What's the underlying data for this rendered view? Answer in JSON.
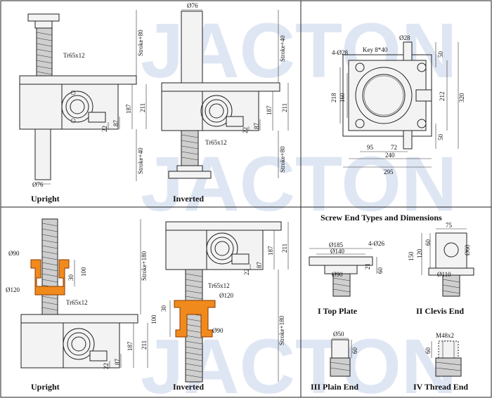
{
  "watermark": "JACTON",
  "colors": {
    "nut": "#f18a1c",
    "line": "#222222",
    "watermark": "#dfe6f3"
  },
  "panel_tl": {
    "upright": {
      "caption": "Upright",
      "stroke_top": "Stroke+80",
      "stroke_bottom": "Stroke+40",
      "thread": "Tr65x12",
      "d_bottom": "Ø76",
      "d187": "187",
      "d211": "211",
      "d87": "87",
      "d22": "22"
    },
    "inverted": {
      "caption": "Inverted",
      "d_top": "Ø76",
      "stroke_top": "Stroke+40",
      "stroke_bottom": "Stroke+80",
      "thread": "Tr65x12",
      "d187": "187",
      "d211": "211",
      "d87": "87",
      "d22": "22"
    }
  },
  "panel_tr": {
    "holes": "4-Ø28",
    "key": "Key 8*40",
    "d_shaft": "Ø28",
    "d218": "218",
    "d160": "160",
    "d50a": "50",
    "d212": "212",
    "d320": "320",
    "d50b": "50",
    "d95": "95",
    "d72": "72",
    "d240": "240",
    "d295": "295"
  },
  "panel_bl": {
    "upright": {
      "caption": "Upright",
      "d90": "Ø90",
      "d120": "Ø120",
      "d30": "30",
      "d100": "100",
      "thread": "Tr65x12",
      "stroke": "Stroke+180",
      "d187": "187",
      "d211": "211",
      "d87": "87",
      "d22": "22"
    },
    "inverted": {
      "caption": "Inverted",
      "thread": "Tr65x12",
      "d120": "Ø120",
      "d90": "Ø90",
      "d30": "30",
      "d100": "100",
      "stroke": "Stroke+180",
      "d187": "187",
      "d211": "211",
      "d87": "87",
      "d22": "22"
    }
  },
  "panel_br": {
    "title": "Screw End Types and Dimensions",
    "top_plate": {
      "caption": "I  Top Plate",
      "d185": "Ø185",
      "d140": "Ø140",
      "holes": "4-Ø26",
      "d90": "Ø90",
      "d21": "21",
      "d60": "60"
    },
    "clevis": {
      "caption": "II  Clevis End",
      "d75": "75",
      "d150": "150",
      "d120": "120",
      "d60": "60",
      "d60d": "Ø60",
      "d110": "Ø110"
    },
    "plain": {
      "caption": "III  Plain End",
      "d50": "Ø50",
      "d60": "60"
    },
    "thread_end": {
      "caption": "IV  Thread End",
      "m": "M48x2",
      "d60": "60"
    }
  }
}
